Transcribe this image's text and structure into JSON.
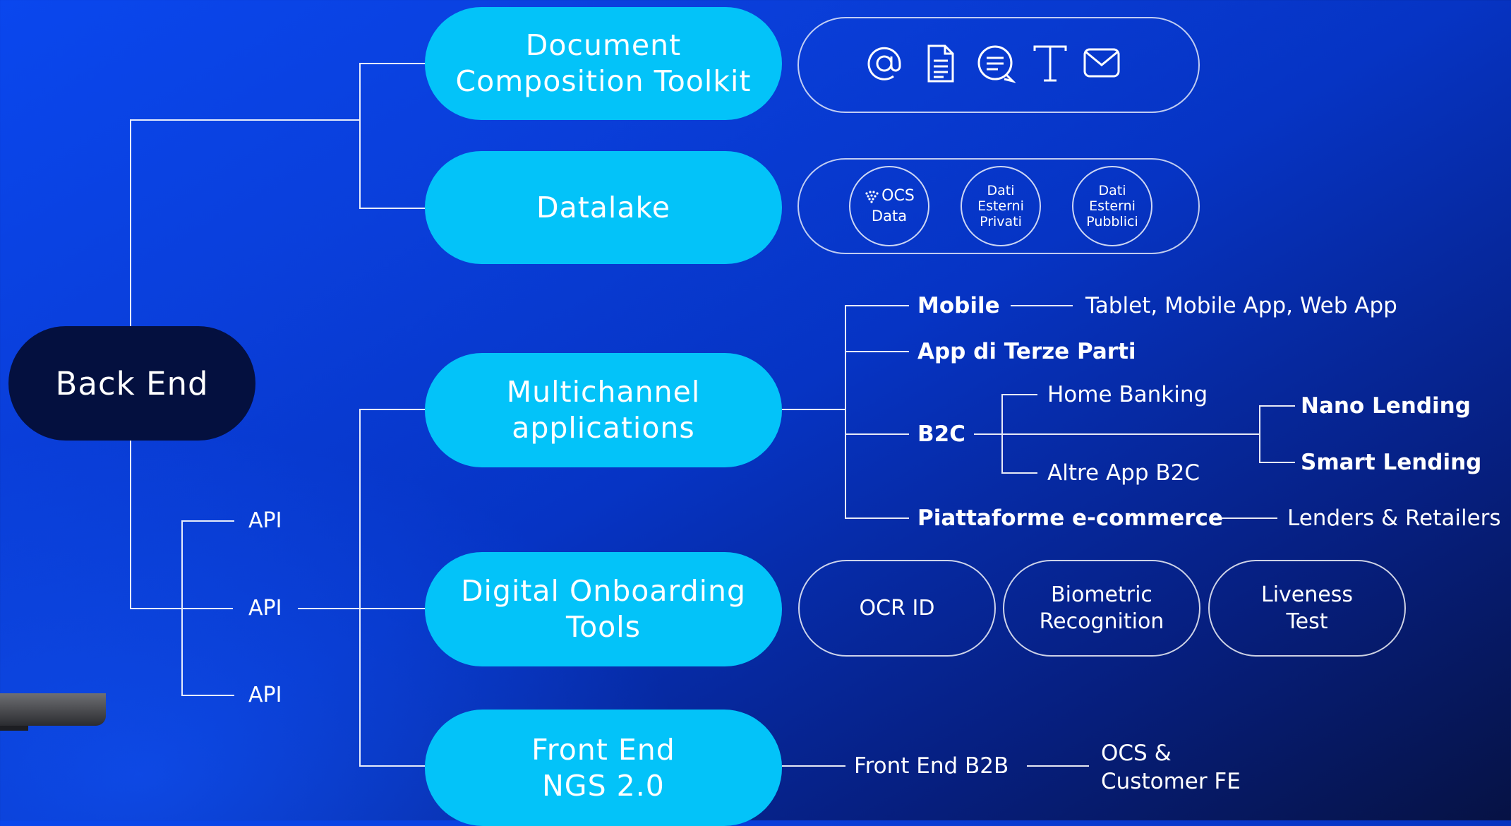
{
  "backend": {
    "label": "Back End"
  },
  "nodes": {
    "doc_toolkit": {
      "line1": "Document",
      "line2": "Composition Toolkit"
    },
    "datalake": {
      "label": "Datalake"
    },
    "multichannel": {
      "line1": "Multichannel",
      "line2": "applications"
    },
    "onboarding": {
      "line1": "Digital Onboarding",
      "line2": "Tools"
    },
    "frontend": {
      "line1": "Front End",
      "line2": "NGS 2.0"
    }
  },
  "doc_icons": [
    "at-sign-icon",
    "document-icon",
    "chat-bubble-icon",
    "text-t-icon",
    "envelope-icon"
  ],
  "datalake_sources": {
    "ocs": {
      "brand": "OCS",
      "sub": "Data"
    },
    "privati": {
      "l1": "Dati",
      "l2": "Esterni",
      "l3": "Privati"
    },
    "pubblici": {
      "l1": "Dati",
      "l2": "Esterni",
      "l3": "Pubblici"
    }
  },
  "channels": {
    "mobile": {
      "label": "Mobile",
      "detail": "Tablet, Mobile App, Web App"
    },
    "terze": {
      "label": "App di Terze Parti"
    },
    "b2c": {
      "label": "B2C",
      "home_banking": "Home Banking",
      "altre": "Altre App B2C",
      "nano": "Nano Lending",
      "smart": "Smart Lending"
    },
    "ecommerce": {
      "label": "Piattaforme e-commerce",
      "detail": "Lenders & Retailers"
    }
  },
  "onboarding_tools": {
    "ocr": "OCR ID",
    "biometric": {
      "l1": "Biometric",
      "l2": "Recognition"
    },
    "liveness": {
      "l1": "Liveness",
      "l2": "Test"
    }
  },
  "frontend_chain": {
    "b2b": "Front End B2B",
    "ocs_l1": "OCS &",
    "ocs_l2": "Customer FE"
  },
  "api_labels": [
    "API",
    "API",
    "API"
  ],
  "colors": {
    "node": "#03c3f9",
    "backend": "#04103f",
    "line": "#ffffff"
  }
}
